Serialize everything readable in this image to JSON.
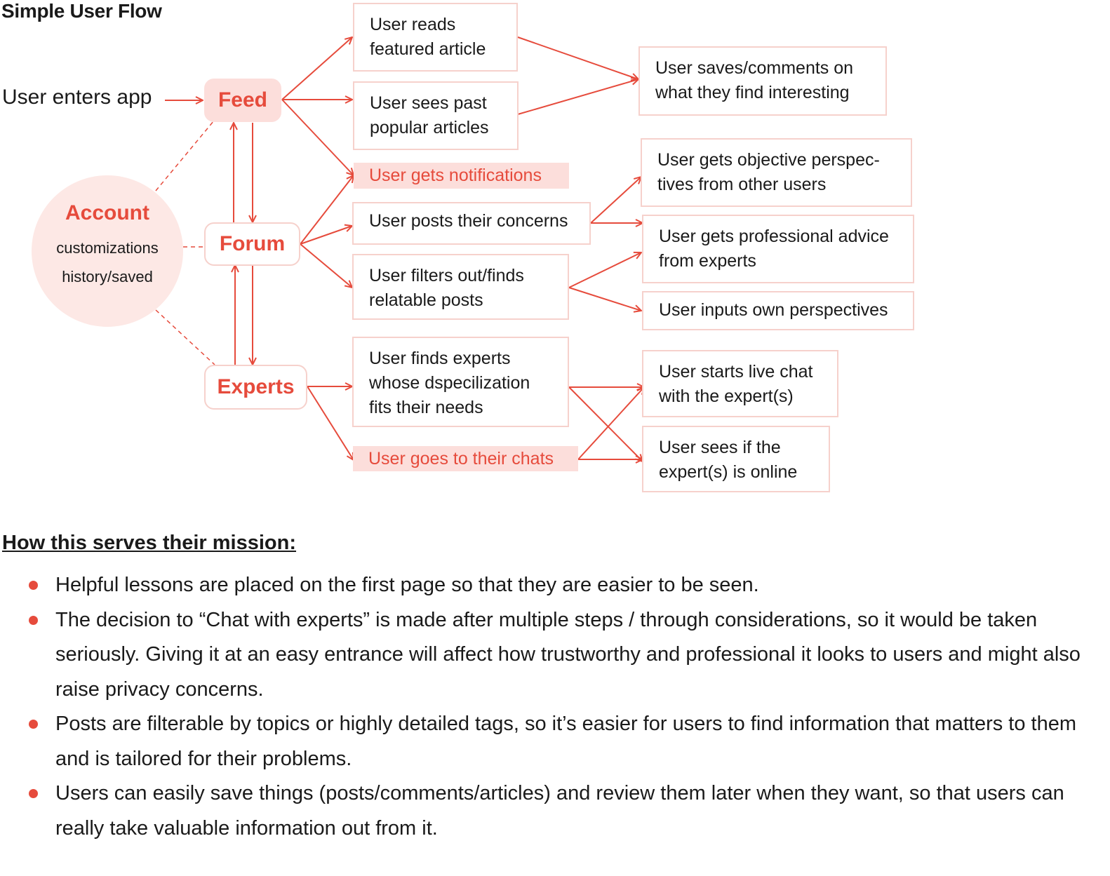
{
  "title": "Simple User Flow",
  "entry_label": "User enters app",
  "nav": {
    "feed": "Feed",
    "forum": "Forum",
    "experts": "Experts"
  },
  "account": {
    "title": "Account",
    "line1": "customizations",
    "line2": "history/saved"
  },
  "feed_steps": {
    "featured": "User reads featured article",
    "past": "User sees past popular articles",
    "notifications": "User gets notifications"
  },
  "feed_result": "User saves/comments on what they find interesting",
  "forum_steps": {
    "posts": "User posts their concerns",
    "filters": "User filters out/finds relatable posts"
  },
  "forum_results": {
    "objective": "User gets objective perspec-tives from other users",
    "professional": "User gets professional advice from experts",
    "inputs": "User inputs own perspectives"
  },
  "experts_steps": {
    "finds": "User finds experts whose dspecilization fits their needs",
    "chats": "User goes to their chats"
  },
  "experts_results": {
    "live_chat": "User starts live chat with the expert(s)",
    "online": "User sees if the expert(s) is online"
  },
  "mission": {
    "heading": "How this serves their mission:",
    "bullets": [
      "Helpful lessons are placed on the first page so that they are easier to be seen.",
      "The decision to “Chat with experts” is made after multiple steps / through considerations, so it would be taken seriously. Giving it at an easy entrance will affect how trustworthy and professional it looks to users and might also raise privacy concerns.",
      "Posts are filterable by topics or highly detailed tags, so it’s easier for users to find information that matters to them and is tailored for their problems.",
      "Users can easily save things (posts/comments/articles) and review them later when they want, so that users can really take valuable information out from it."
    ]
  },
  "colors": {
    "accent": "#e64b3c",
    "highlight": "#fcdedb",
    "border": "#f6d1cc",
    "account_fill": "#fde8e5"
  }
}
